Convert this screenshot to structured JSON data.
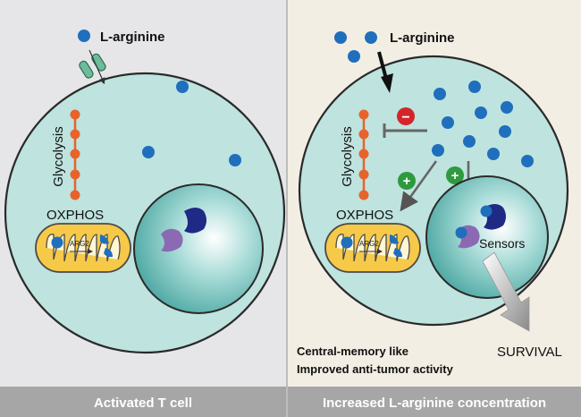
{
  "left_panel": {
    "molecule_label": "L-arginine",
    "pathway_label": "Glycolysis",
    "oxphos_label": "OXPHOS",
    "enzyme_label": "ARG2",
    "caption": "Activated T cell"
  },
  "right_panel": {
    "molecule_label": "L-arginine",
    "pathway_label": "Glycolysis",
    "oxphos_label": "OXPHOS",
    "enzyme_label": "ARG2",
    "sensors_label": "Sensors",
    "outcome_label": "SURVIVAL",
    "phenotype_line1": "Central-memory like",
    "phenotype_line2": "Improved anti-tumor activity",
    "caption": "Increased L-arginine concentration",
    "inhibit_sign": "−",
    "activate_sign": "+"
  },
  "colors": {
    "panel_left_bg": "#e6e6e8",
    "panel_right_bg": "#f3eee4",
    "caption_bar": "#a6a6a6",
    "cell_fill": "#bfe3df",
    "nucleus_fill": "#5eb3ae",
    "molecule": "#1f6fbd",
    "glycolysis_node": "#e8632b",
    "mitochondrion_fill": "#f6c948",
    "inhibit_red": "#d2262b",
    "activate_green": "#2e9a3f"
  }
}
